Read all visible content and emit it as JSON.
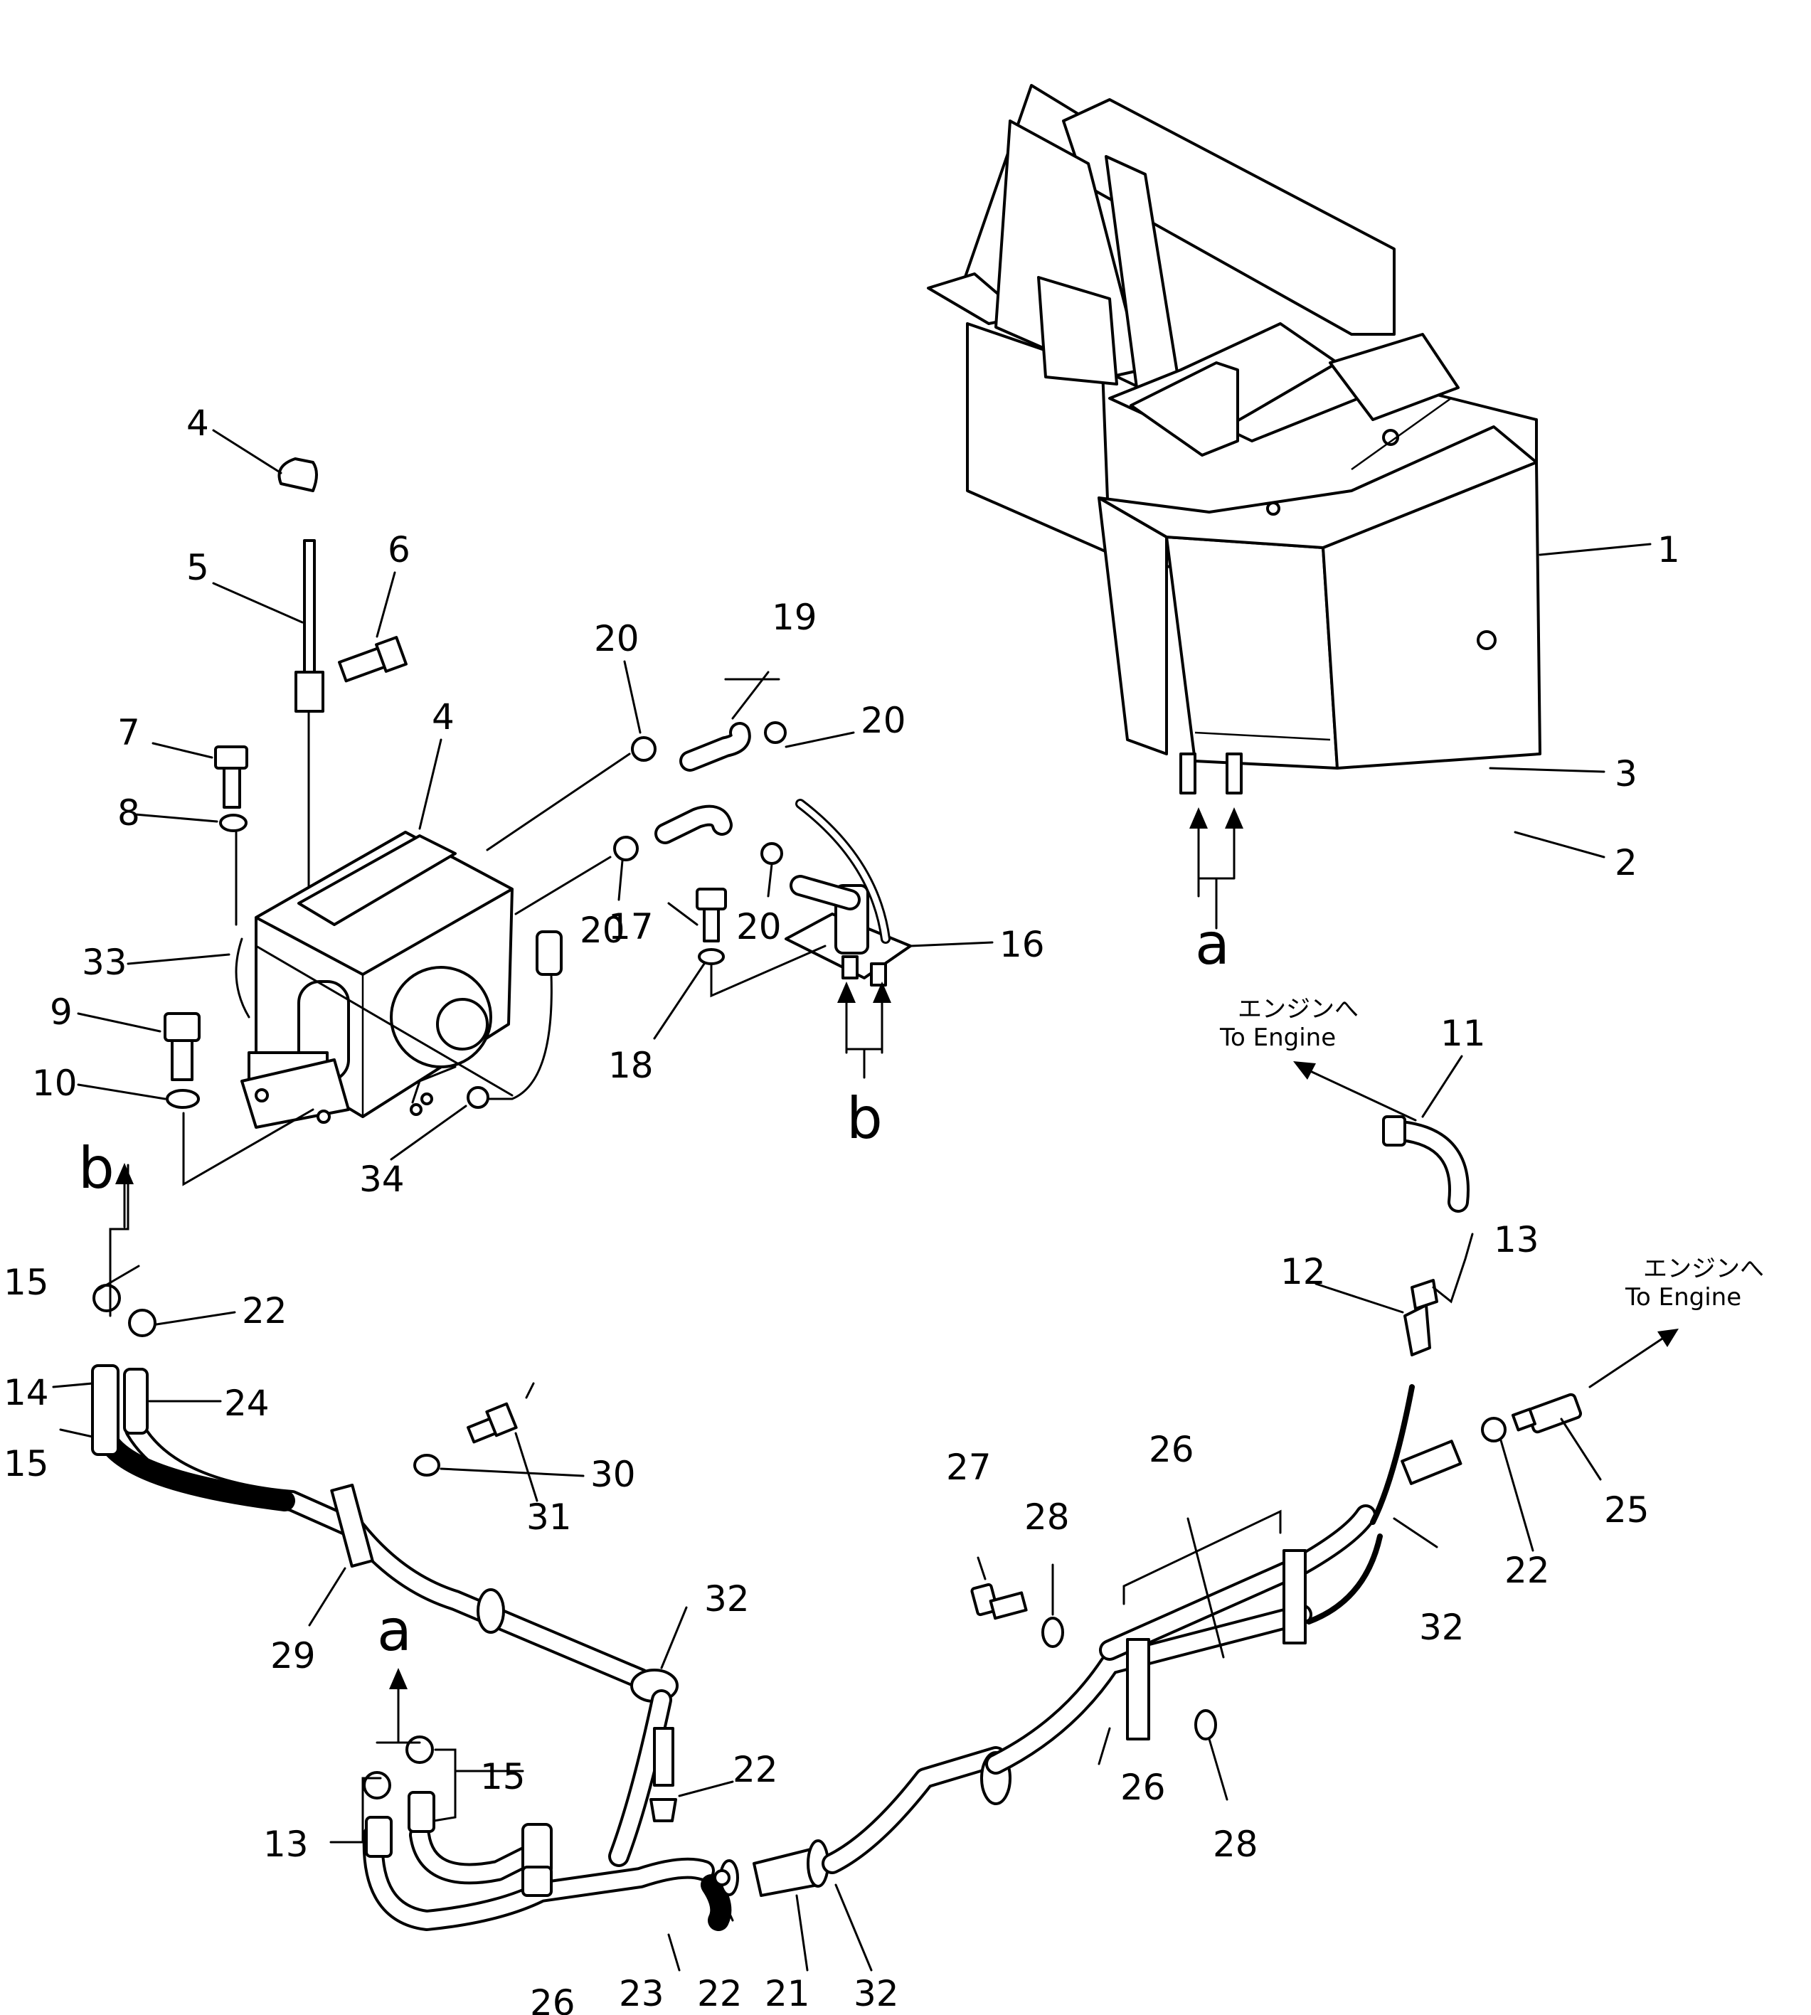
{
  "labels": {
    "n1": "1",
    "n2": "2",
    "n3": "3",
    "n4a": "4",
    "n4b": "4",
    "n5": "5",
    "n6": "6",
    "n7": "7",
    "n8": "8",
    "n9": "9",
    "n10": "10",
    "n11": "11",
    "n12": "12",
    "n13a": "13",
    "n13b": "13",
    "n14": "14",
    "n15a": "15",
    "n15b": "15",
    "n15c": "15",
    "n16": "16",
    "n17": "17",
    "n18": "18",
    "n19": "19",
    "n20a": "20",
    "n20b": "20",
    "n20c": "20",
    "n20d": "20",
    "n21": "21",
    "n22a": "22",
    "n22b": "22",
    "n22c": "22",
    "n22d": "22",
    "n23": "23",
    "n24": "24",
    "n25": "25",
    "n26a": "26",
    "n26b": "26",
    "n26c": "26",
    "n27": "27",
    "n28a": "28",
    "n28b": "28",
    "n29": "29",
    "n30": "30",
    "n31": "31",
    "n32a": "32",
    "n32b": "32",
    "n32c": "32",
    "n33": "33",
    "n34": "34"
  },
  "refs": {
    "a1": "a",
    "a2": "a",
    "b1": "b",
    "b2": "b"
  },
  "notes": {
    "engine1_jp": "エンジンへ",
    "engine1_en": "To Engine",
    "engine2_jp": "エンジンへ",
    "engine2_en": "To Engine"
  }
}
